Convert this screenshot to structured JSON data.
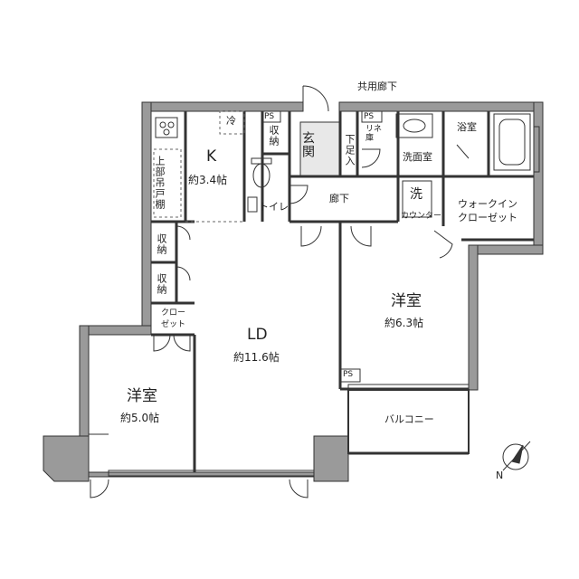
{
  "labels": {
    "common_corridor": "共用廊下",
    "kitchen": "K",
    "kitchen_area": "約3.4帖",
    "fridge": "冷",
    "ps1": "PS",
    "ps2": "PS",
    "ps3": "PS",
    "storage_small": "収納",
    "entrance": "玄関",
    "shoe_box": "下足入",
    "toilet": "トイレ",
    "hallway": "廊下",
    "upper_cabinet": "上部吊戸棚",
    "storage1": "収納",
    "storage2": "収納",
    "closet_line1": "クロー",
    "closet_line2": "ゼット",
    "ld": "LD",
    "ld_area": "約11.6帖",
    "western_room_left": "洋室",
    "western_room_left_area": "約5.0帖",
    "western_room_right": "洋室",
    "western_room_right_area": "約6.3帖",
    "washroom": "洗面室",
    "bathroom": "浴室",
    "laundry": "洗",
    "counter": "カウンター",
    "walkin_line1": "ウォークイン",
    "walkin_line2": "クローゼット",
    "balcony": "バルコニー",
    "lisyo": "リネ\n庫",
    "north": "N"
  }
}
